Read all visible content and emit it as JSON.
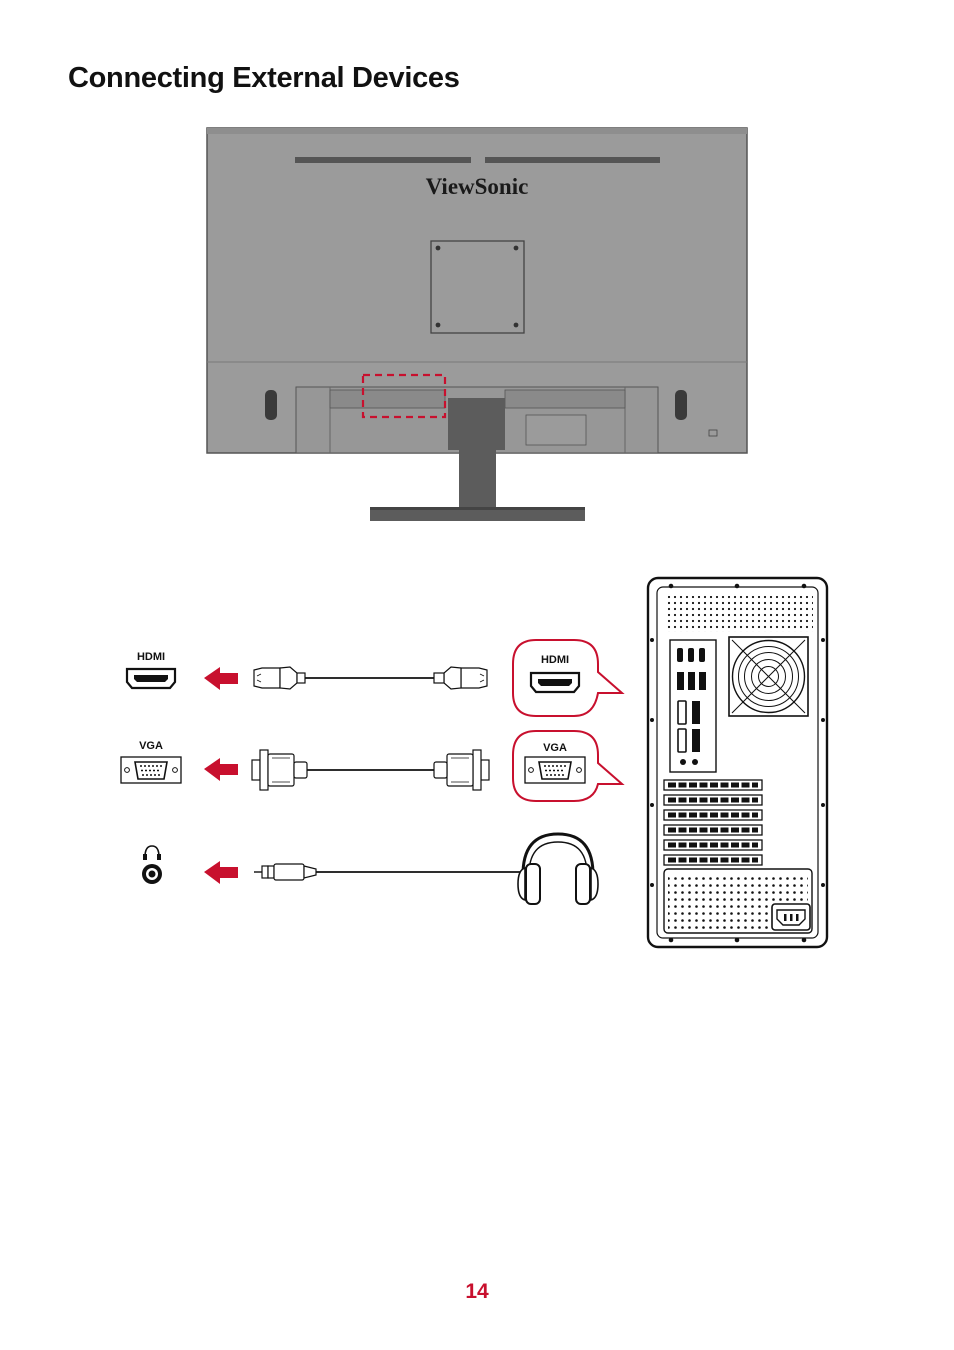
{
  "page": {
    "title": "Connecting External Devices",
    "number": "14"
  },
  "monitor": {
    "brand": "ViewSonic"
  },
  "connections": [
    {
      "id": "hdmi",
      "monitor_port_label": "HDMI",
      "pc_port_label": "HDMI"
    },
    {
      "id": "vga",
      "monitor_port_label": "VGA",
      "pc_port_label": "VGA"
    },
    {
      "id": "audio",
      "device": "headphones"
    }
  ],
  "colors": {
    "accent_red": "#c8102e",
    "monitor_gray": "#9b9b9b"
  },
  "icons": [
    "hdmi-port-icon",
    "vga-port-icon",
    "headphone-jack-icon",
    "arrow-left-icon",
    "headphones-icon",
    "pc-tower-icon"
  ]
}
